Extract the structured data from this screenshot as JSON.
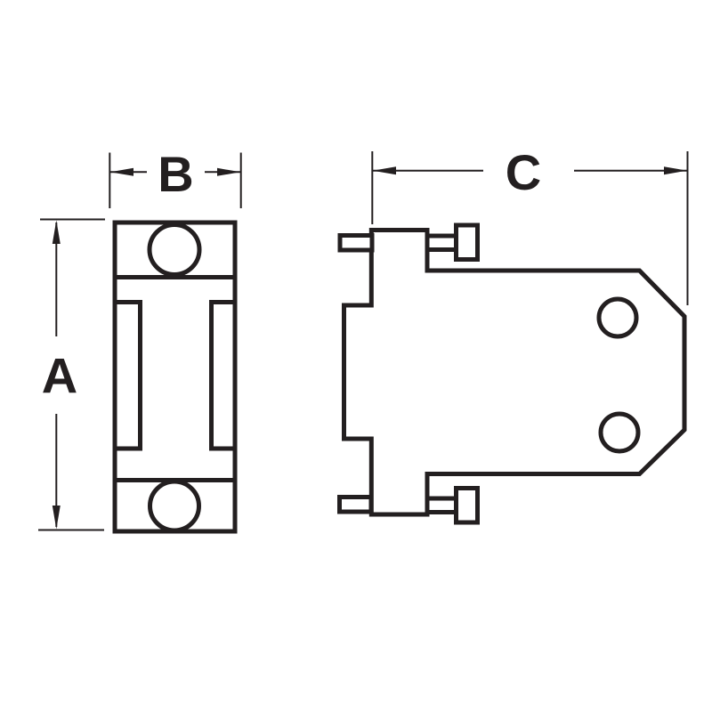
{
  "drawing": {
    "type": "two-view technical dimension drawing of a bracket part",
    "dimension_labels": {
      "a": "A",
      "b": "B",
      "c": "C"
    }
  },
  "colors": {
    "line": "#231f20",
    "background": "#ffffff"
  }
}
